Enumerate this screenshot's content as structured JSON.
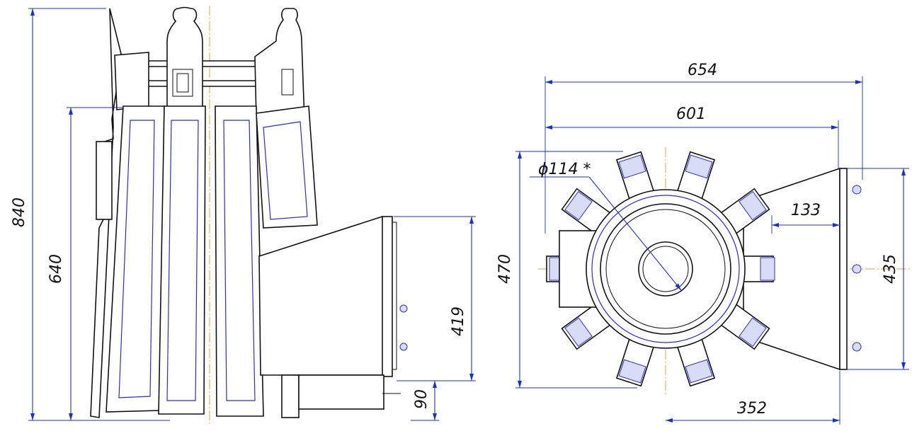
{
  "dimensions": {
    "d840": "840",
    "d640": "640",
    "d419": "419",
    "d90": "90",
    "d654": "654",
    "d601": "601",
    "d114": "ϕ114 *",
    "d133": "133",
    "d470": "470",
    "d435": "435",
    "d352": "352"
  },
  "colors": {
    "dimension_line": "#1a2fd0",
    "outline": "#111111",
    "centerline": "#e8a23a",
    "hidden_detail": "#2b2bd6"
  }
}
